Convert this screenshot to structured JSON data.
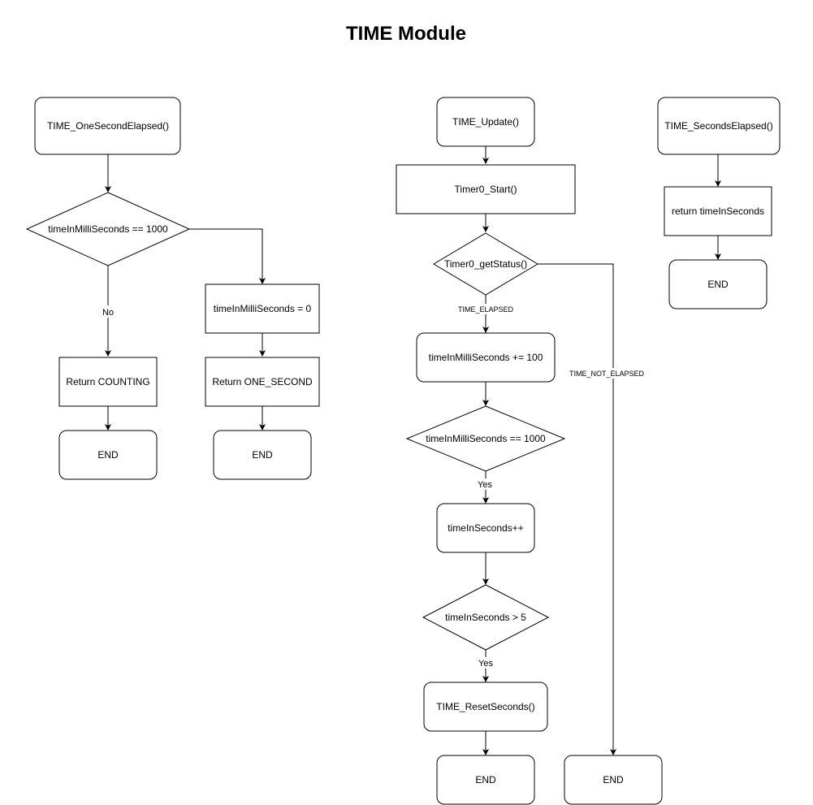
{
  "title": "TIME Module",
  "nodes": {
    "one_second_elapsed": "TIME_OneSecondElapsed()",
    "dec_millis_1000_a": "timeInMilliSeconds == 1000",
    "set_millis_zero": "timeInMilliSeconds = 0",
    "return_counting": "Return COUNTING",
    "return_one_second": "Return ONE_SECOND",
    "end_a": "END",
    "end_b": "END",
    "time_update": "TIME_Update()",
    "timer0_start": "Timer0_Start()",
    "timer0_getstatus": "Timer0_getStatus()",
    "millis_plus_100": "timeInMilliSeconds += 100",
    "dec_millis_1000_b": "timeInMilliSeconds == 1000",
    "seconds_inc": "timeInSeconds++",
    "dec_seconds_gt_5": "timeInSeconds > 5",
    "reset_seconds": "TIME_ResetSeconds()",
    "end_c": "END",
    "end_d": "END",
    "seconds_elapsed": "TIME_SecondsElapsed()",
    "return_seconds": "return timeInSeconds",
    "end_e": "END"
  },
  "edge_labels": {
    "no": "No",
    "time_elapsed": "TIME_ELAPSED",
    "time_not_elapsed": "TIME_NOT_ELAPSED",
    "yes_a": "Yes",
    "yes_b": "Yes"
  }
}
